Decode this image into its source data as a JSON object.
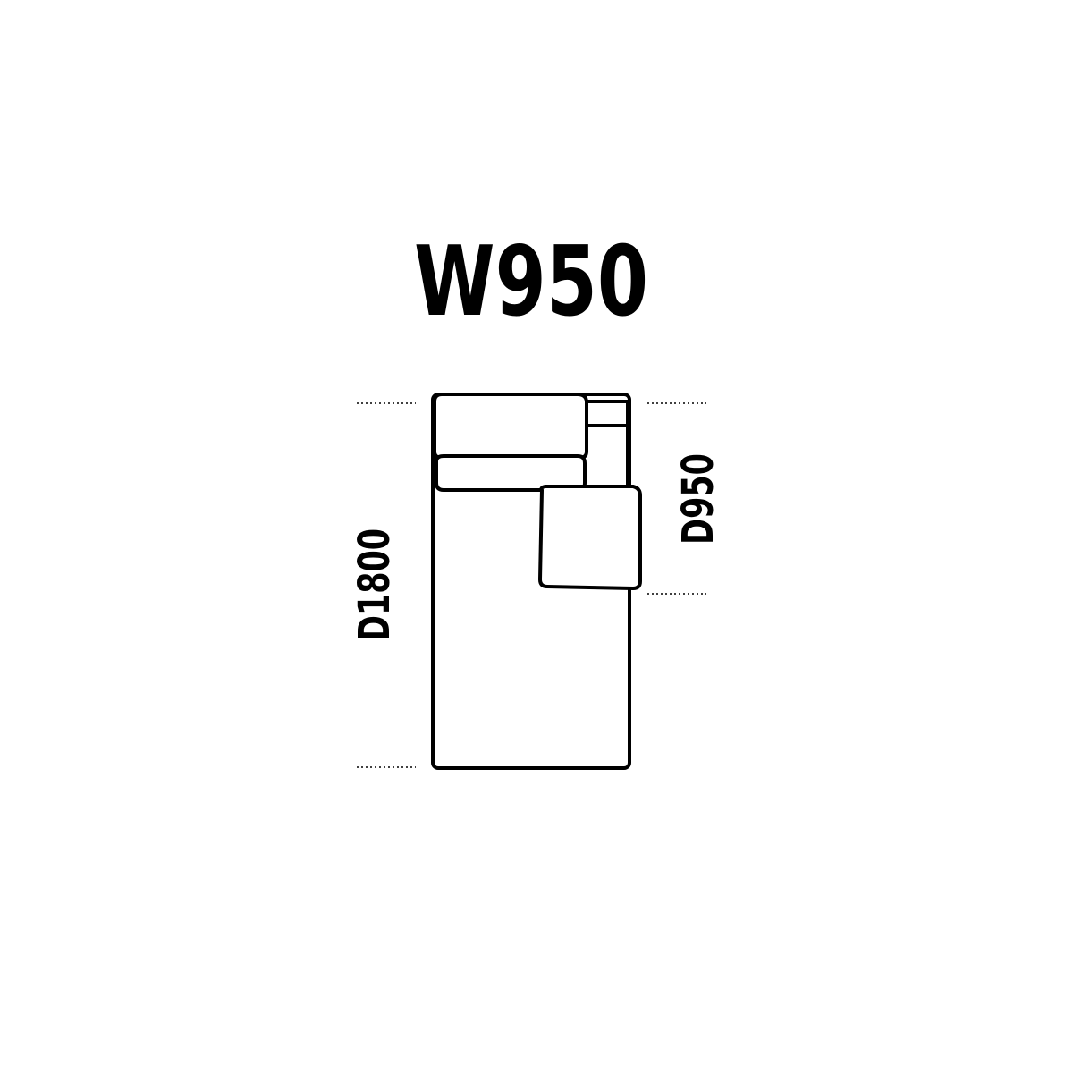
{
  "dimensions": {
    "width_label": "W950",
    "total_depth_label": "D1800",
    "partial_depth_label": "D950"
  },
  "colors": {
    "stroke": "#000000",
    "background": "#ffffff"
  }
}
